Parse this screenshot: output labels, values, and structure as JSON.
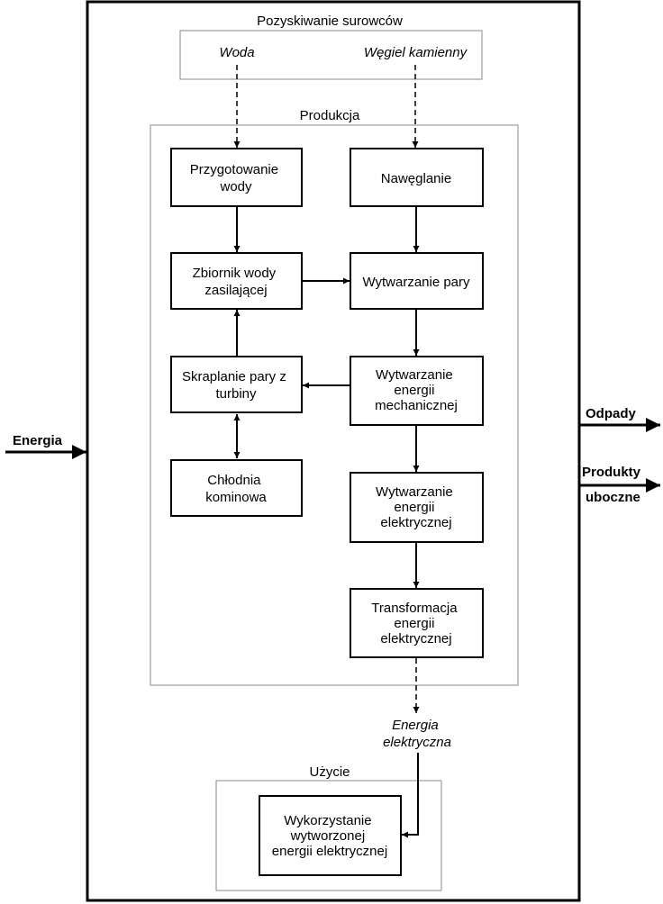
{
  "groups": {
    "acquisition": "Pozyskiwanie surowców",
    "production": "Produkcja",
    "use": "Użycie"
  },
  "inputs": {
    "water": "Woda",
    "coal": "Węgiel kamienny"
  },
  "boxes": {
    "water_prep": [
      "Przygotowanie",
      "wody"
    ],
    "coal_feed": [
      "Nawęglanie"
    ],
    "feedwater_tank": [
      "Zbiornik wody",
      "zasilającej"
    ],
    "steam_gen": [
      "Wytwarzanie pary"
    ],
    "condensation": [
      "Skraplanie pary z",
      "turbiny"
    ],
    "mech_energy": [
      "Wytwarzanie",
      "energii",
      "mechanicznej"
    ],
    "cooling_tower": [
      "Chłodnia",
      "kominowa"
    ],
    "elec_energy": [
      "Wytwarzanie",
      "energii",
      "elektrycznej"
    ],
    "transformation": [
      "Transformacja",
      "energii",
      "elektrycznej"
    ],
    "usage": [
      "Wykorzystanie",
      "wytworzonej",
      "energii elektrycznej"
    ]
  },
  "output_label": [
    "Energia",
    "elektryczna"
  ],
  "external": {
    "energy_in": "Energia",
    "waste_out": "Odpady",
    "byproducts_out": [
      "Produkty",
      "uboczne"
    ]
  }
}
